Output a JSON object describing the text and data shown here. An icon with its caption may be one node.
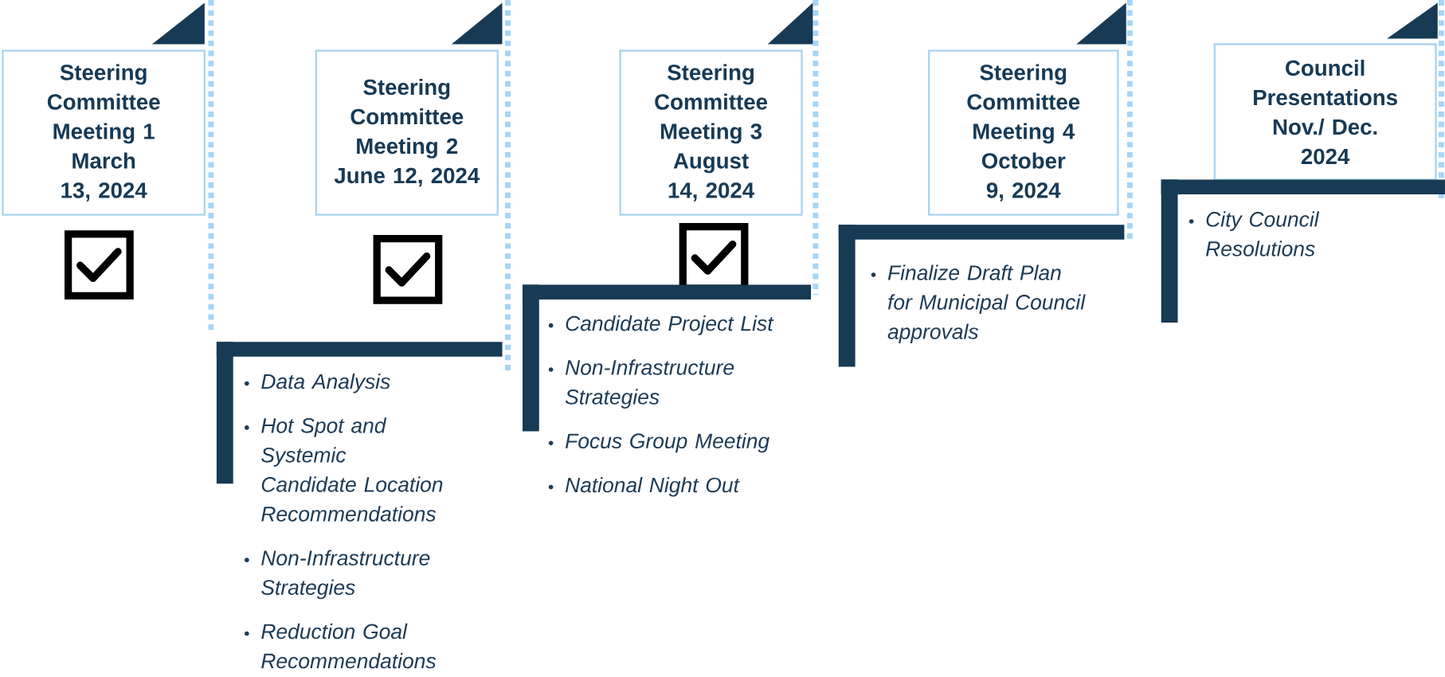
{
  "diagram": {
    "nodes": [
      {
        "text": [
          "Steering Committee Meeting 1",
          "March 13, 2024"
        ]
      },
      {
        "text": [
          "Steering Committee Meeting 2",
          "June 12, 2024"
        ]
      },
      {
        "text": [
          "Steering Committee Meeting 3",
          "August 14, 2024"
        ]
      },
      {
        "text": [
          "Steering Committee Meeting 4",
          "October 9, 2024"
        ]
      },
      {
        "text": [
          "Council Presentations",
          "Nov./ Dec. 2024"
        ]
      },
      {
        "text": [
          "Data Analysis",
          "Hot Spot and Systemic Candidate Location Recommendations",
          "Non-Infrastructure Strategies",
          "Reduction Goal Recommendations"
        ]
      },
      {
        "text": [
          "Candidate Project List",
          "Non-Infrastructure Strategies",
          "Focus Group Meeting",
          "National Night Out"
        ]
      },
      {
        "text": [
          "Finalize Draft Plan for Municipal Council approvals"
        ]
      },
      {
        "text": [
          "City Council Resolutions"
        ]
      }
    ]
  }
}
